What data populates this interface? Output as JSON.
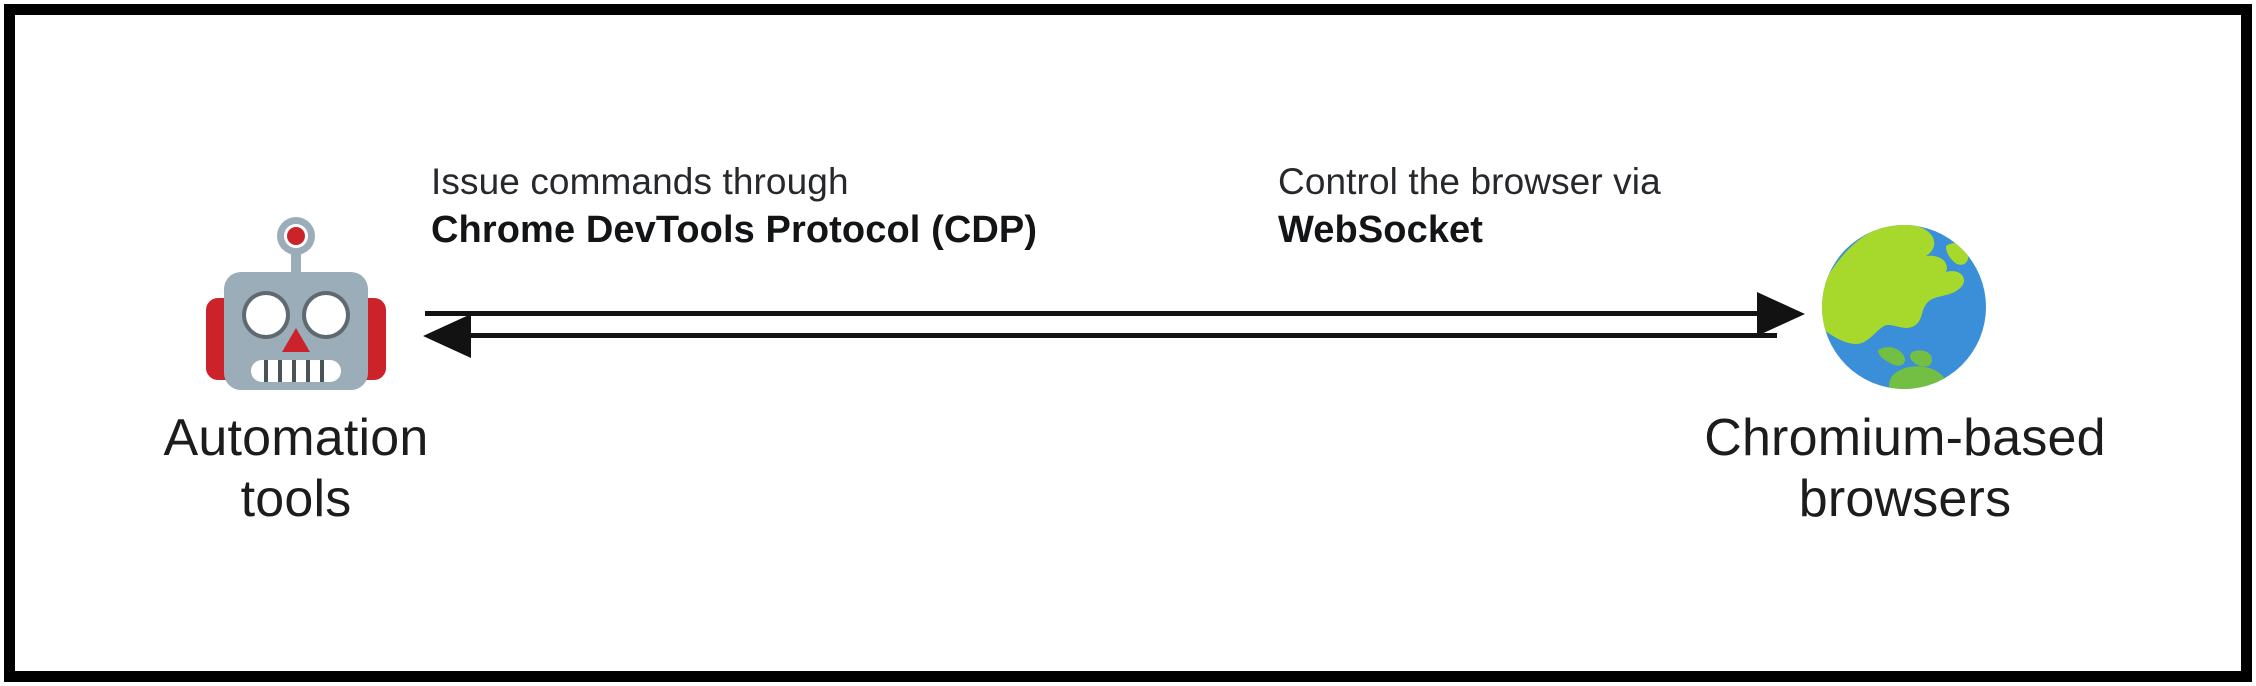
{
  "diagram": {
    "title": "Automation tools control Chromium-based browsers via CDP over WebSocket",
    "background": "#ffffff",
    "frame_color": "#000000",
    "text_color": "#1c1c1c",
    "nodes": [
      {
        "id": "automation-tools",
        "icon": "robot-icon",
        "caption_line1": "Automation",
        "caption_line2": "tools"
      },
      {
        "id": "chromium-browsers",
        "icon": "globe-icon",
        "caption_line1": "Chromium-based",
        "caption_line2": "browsers"
      }
    ],
    "annotations": [
      {
        "id": "cdp-annotation",
        "line1": "Issue commands through",
        "line2": "Chrome DevTools Protocol (CDP)",
        "line2_bold": true
      },
      {
        "id": "websocket-annotation",
        "line1": "Control the browser via",
        "line2": "WebSocket",
        "line2_bold": true
      }
    ],
    "connectors": [
      {
        "id": "arrow-to-browser",
        "direction": "right",
        "style": "solid",
        "color": "#121212"
      },
      {
        "id": "arrow-to-tools",
        "direction": "left",
        "style": "solid",
        "color": "#121212"
      }
    ],
    "colors": {
      "robot_head": "#9aadb9",
      "robot_accent_red": "#cc2229",
      "robot_eye_white": "#ffffff",
      "robot_eye_rim": "#5f6a70",
      "globe_ocean": "#3b8ed8",
      "globe_land_north": "#a6d92b",
      "globe_land_south": "#72bf44",
      "arrow": "#121212"
    }
  }
}
